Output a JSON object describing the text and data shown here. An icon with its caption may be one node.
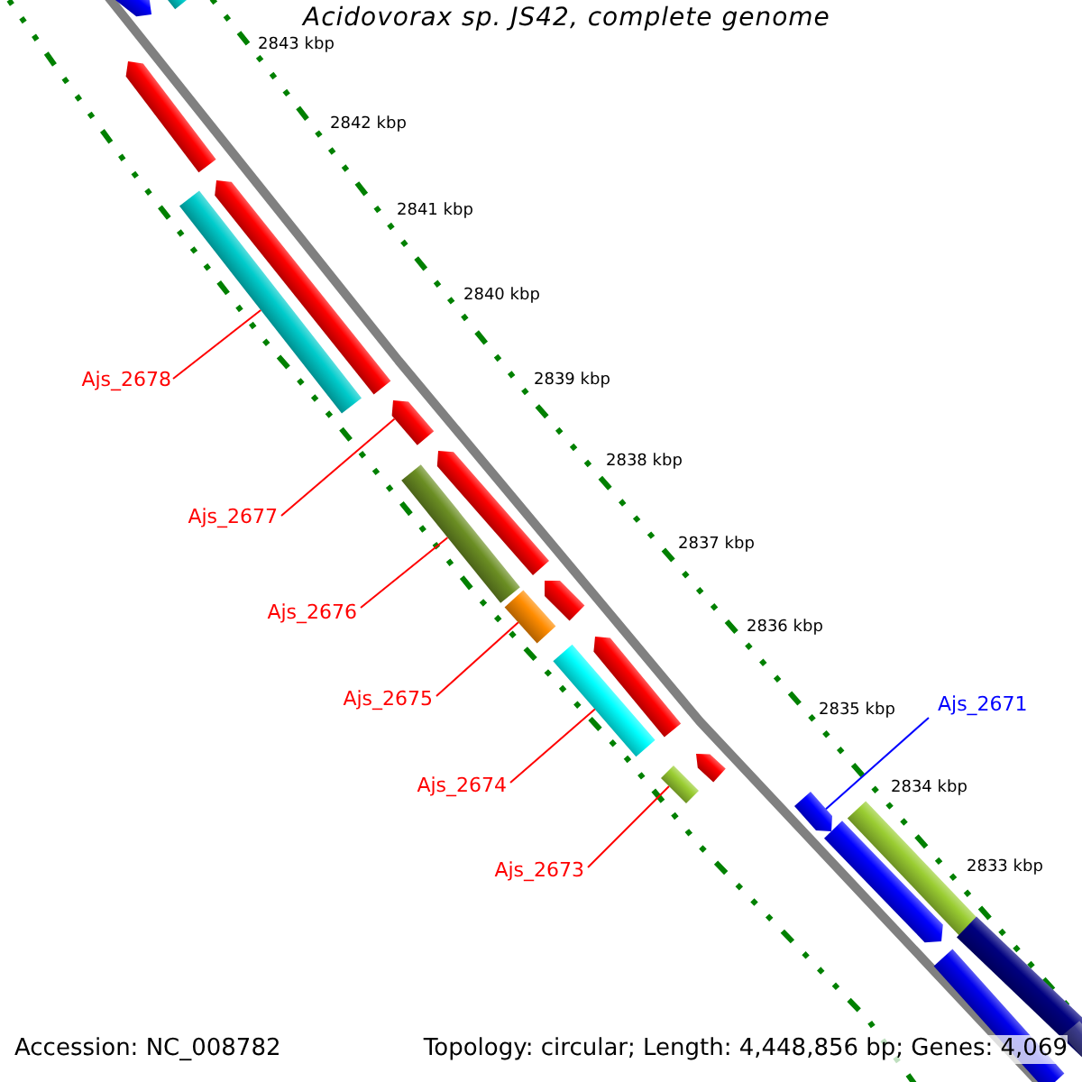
{
  "diagram": {
    "title": "Acidovorax sp. JS42, complete genome",
    "nodes": [
      {
        "text": [],
        "shape": "bar"
      },
      {
        "text": [],
        "shape": "bar"
      },
      {
        "text": [],
        "shape": "bar"
      },
      {
        "text": [],
        "shape": "bar"
      },
      {
        "text": [],
        "shape": "bar"
      },
      {
        "text": [
          "Ajs_2678"
        ]
      },
      {
        "text": [],
        "shape": "bar"
      },
      {
        "text": [
          "Ajs_2677"
        ]
      },
      {
        "text": [],
        "shape": "bar"
      },
      {
        "text": [],
        "shape": "bar"
      },
      {
        "text": [],
        "shape": "bar"
      },
      {
        "text": [],
        "shape": "bar"
      },
      {
        "text": [
          "Ajs_2676"
        ]
      },
      {
        "text": [],
        "shape": "bar"
      },
      {
        "text": [],
        "shape": "bar"
      },
      {
        "text": [
          "Ajs_2675"
        ]
      },
      {
        "text": [
          "Ajs_2671"
        ]
      },
      {
        "text": [],
        "shape": "bar"
      },
      {
        "text": [],
        "shape": "bar"
      },
      {
        "text": [
          "Ajs_2674"
        ]
      },
      {
        "text": [],
        "shape": "bar"
      },
      {
        "text": [],
        "shape": "bar"
      },
      {
        "text": [
          "Ajs_2673"
        ]
      },
      {
        "text": [],
        "shape": "bar"
      },
      {
        "text": [],
        "shape": "bar"
      },
      {
        "text": [],
        "shape": "bar"
      },
      {
        "text": [],
        "shape": "bar"
      }
    ],
    "edges": [
      {
        "from": 5,
        "to": 4,
        "arrow": "none"
      },
      {
        "from": 7,
        "to": 6,
        "arrow": "none"
      },
      {
        "from": 12,
        "to": 9,
        "arrow": "none"
      },
      {
        "from": 15,
        "to": 11,
        "arrow": "none"
      },
      {
        "from": 19,
        "to": 14,
        "arrow": "none"
      },
      {
        "from": 22,
        "to": 18,
        "arrow": "none"
      },
      {
        "from": 16,
        "to": 20,
        "arrow": "none",
        "color": "#0000ff"
      }
    ],
    "labels": [
      "2843 kbp",
      "2842 kbp",
      "2841 kbp",
      "2840 kbp",
      "2839 kbp",
      "2838 kbp",
      "2837 kbp",
      "2836 kbp",
      "2835 kbp",
      "2834 kbp",
      "2833 kbp",
      "Accession: NC_008782",
      "Topology: circular; Length: 4,448,856 bp; Genes: 4,069"
    ]
  }
}
